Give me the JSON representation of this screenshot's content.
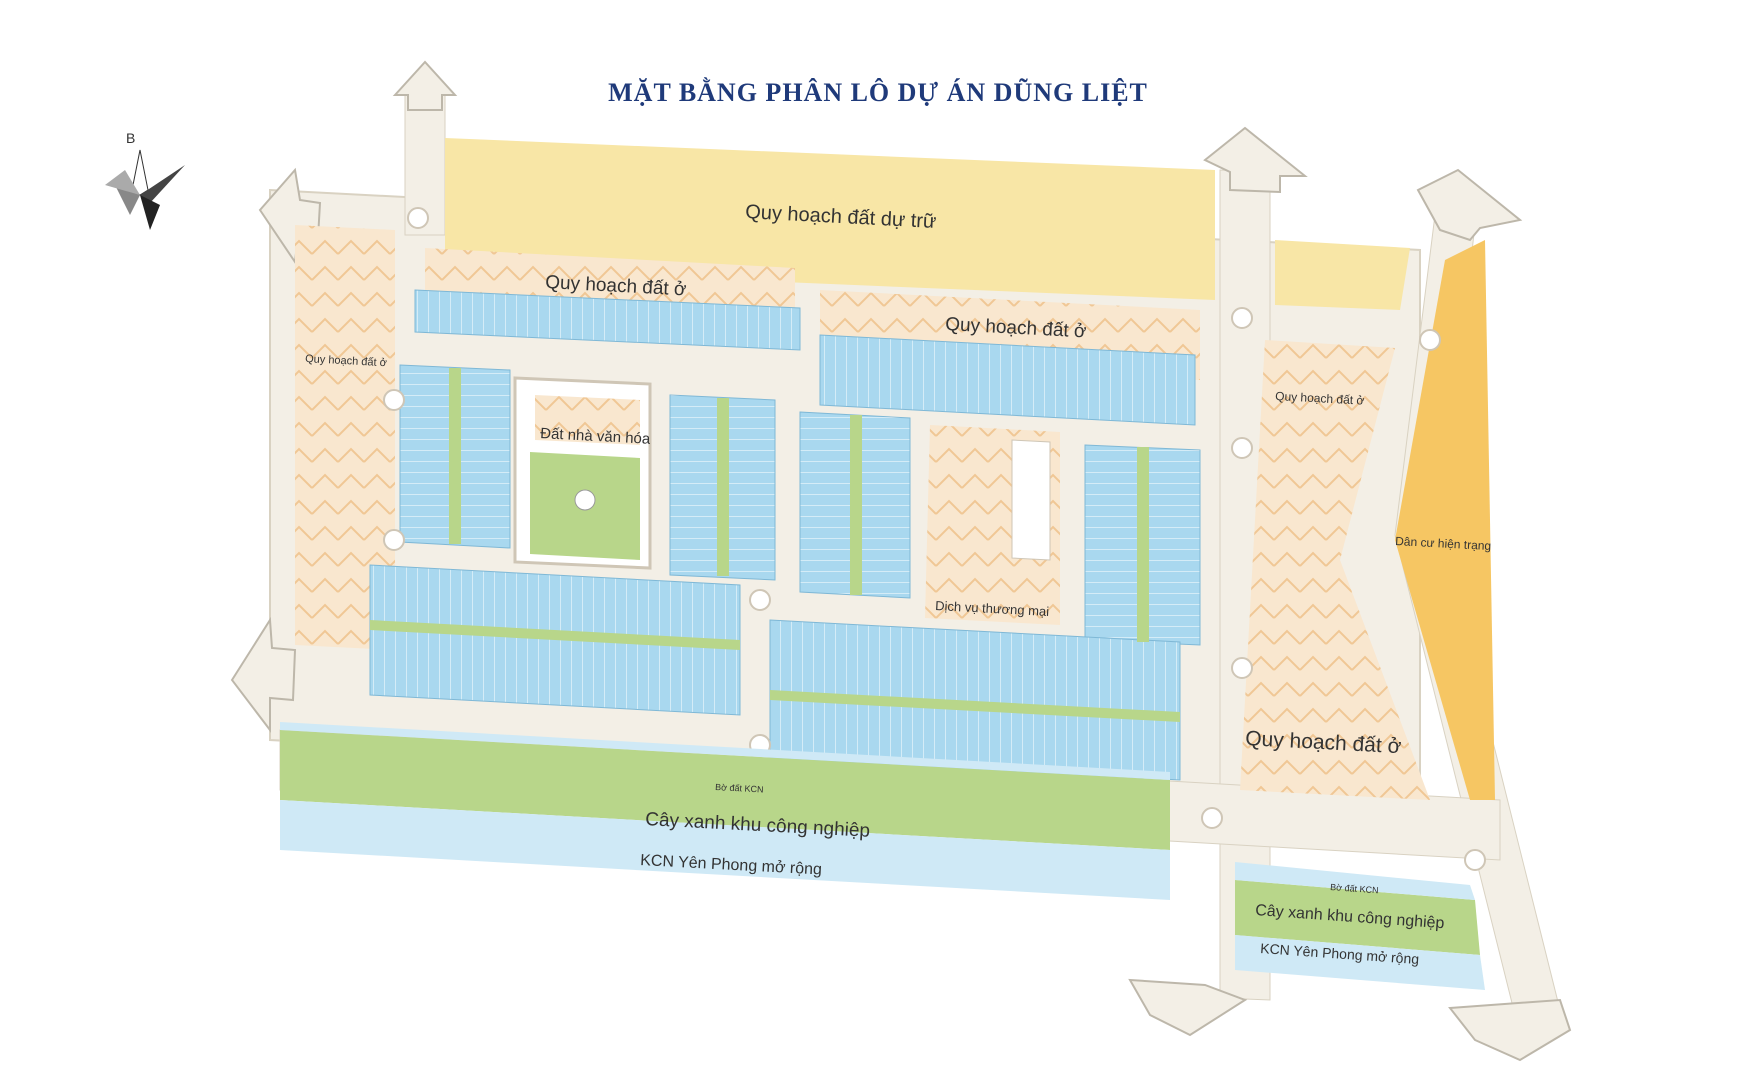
{
  "title": "MẶT BẰNG PHÂN LÔ DỰ ÁN DŨNG LIỆT",
  "compass": {
    "north_label": "B"
  },
  "zones": {
    "reserve": "Quy hoạch đất dự trữ",
    "res_north_left": "Quy hoạch đất ở",
    "res_north_right": "Quy hoạch đất ở",
    "res_west": "Quy hoạch đất ở",
    "res_east_small": "Quy hoạch đất ở",
    "res_east_big": "Quy hoạch đất ở",
    "existing": "Dân cư hiện trạng",
    "culture": "Đất nhà văn hóa",
    "commerce": "Dịch vụ thương mại",
    "green_main": "Cây xanh khu công nghiệp",
    "green_small": "Cây xanh khu công nghiệp",
    "kcn_main": "KCN Yên Phong mở rộng",
    "kcn_small": "KCN Yên Phong mở rộng",
    "border_main": "Bờ đất KCN",
    "border_small": "Bờ đất KCN"
  },
  "colors": {
    "road": "#f3efe6",
    "lot": "#a9d8ef",
    "green": "#b8d68a",
    "orange": "#f5d9b8",
    "reserve": "#f8e6a6",
    "existing": "#f6c663",
    "water": "#cfe9f6"
  }
}
